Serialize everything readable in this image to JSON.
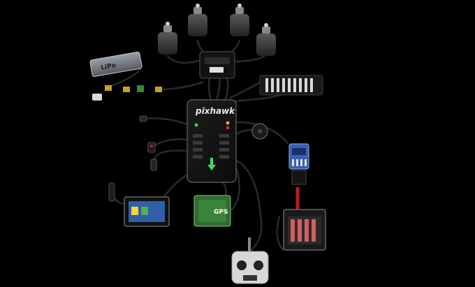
{
  "battery": {
    "label": "LiPo"
  },
  "controller": {
    "brand": "pixhawk"
  },
  "gps": {
    "label": "GPS"
  },
  "colors": {
    "background": "#000000",
    "wire": "#2a2a2a",
    "wire_red": "#b02020",
    "controller_body": "#151515",
    "pcb_green": "#2f6b2f",
    "receiver_blue": "#3a5fb0",
    "telemetry_screen": "#2f5fa8",
    "accent_white": "#d8d8d8"
  }
}
